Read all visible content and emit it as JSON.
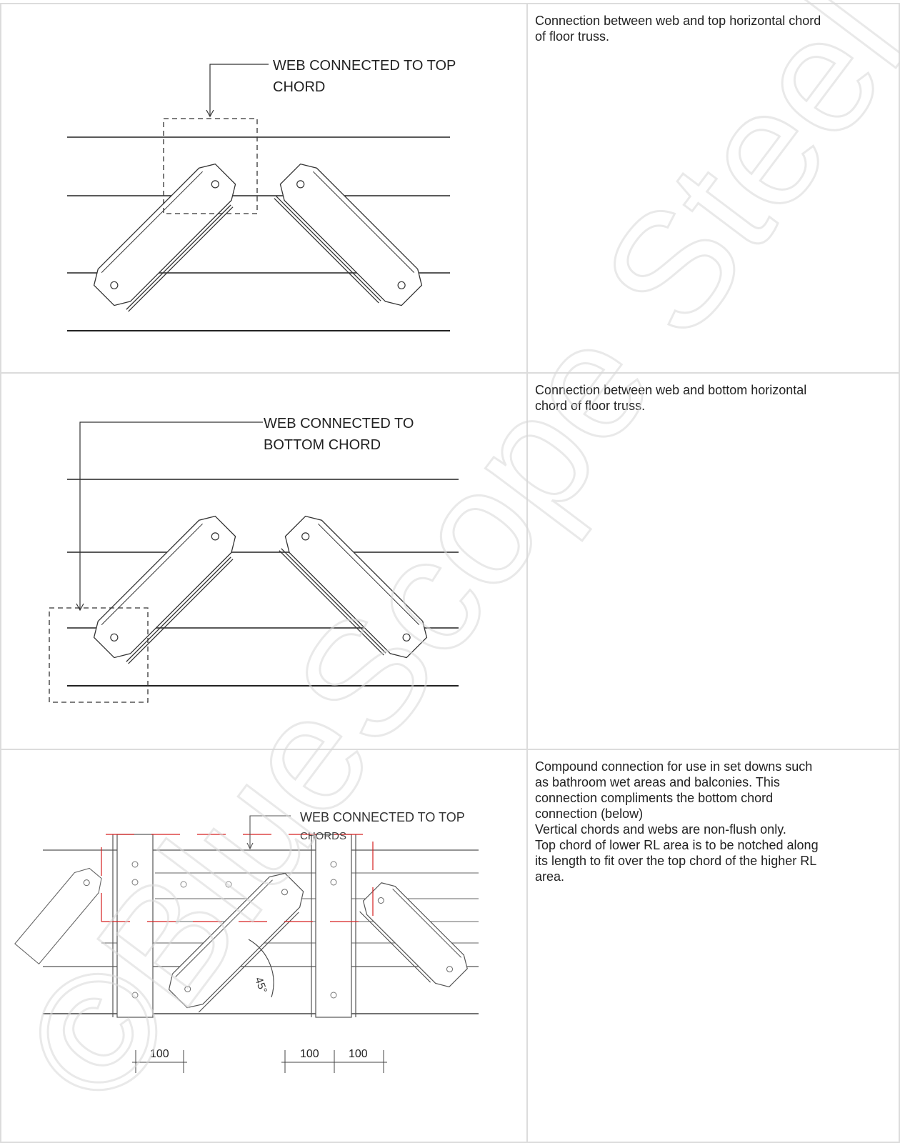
{
  "rows": [
    {
      "callout": [
        "WEB CONNECTED TO TOP",
        "CHORD"
      ],
      "description": [
        "Connection between web and top horizontal chord",
        "of floor truss."
      ]
    },
    {
      "callout": [
        "WEB CONNECTED TO",
        "BOTTOM CHORD"
      ],
      "description": [
        "Connection between web and bottom horizontal",
        "chord of floor truss."
      ]
    },
    {
      "callout": [
        "WEB CONNECTED TO TOP",
        "CHORDS"
      ],
      "angle_label": "45°",
      "dimensions": [
        "100",
        "100",
        "100"
      ],
      "description": [
        "Compound connection for use in set downs such",
        "as bathroom wet areas and balconies. This",
        "connection compliments the bottom chord",
        "connection (below)",
        "Vertical chords and webs are non-flush only.",
        "Top chord of lower RL area is to be notched along",
        "its length to fit over the top chord of the higher RL",
        "area."
      ]
    }
  ],
  "watermark": "©BlueScope Steel Ltd"
}
